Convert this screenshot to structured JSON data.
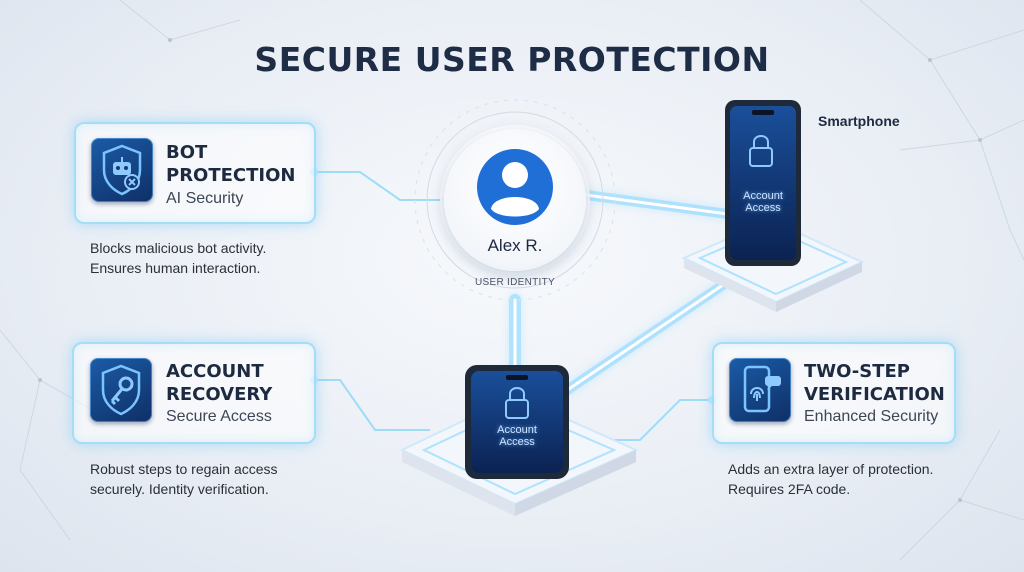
{
  "title": "SECURE USER PROTECTION",
  "user": {
    "name": "Alex R.",
    "caption": "USER IDENTITY"
  },
  "smartphone": {
    "label": "Smartphone",
    "screen_text": "Account Access"
  },
  "center_phone": {
    "screen_text": "Account Access"
  },
  "cards": {
    "bot": {
      "title_line1": "BOT",
      "title_line2": "PROTECTION",
      "subtitle": "AI Security",
      "desc_line1": "Blocks malicious bot activity.",
      "desc_line2": "Ensures human interaction.",
      "icon": "robot-shield-icon"
    },
    "recovery": {
      "title_line1": "ACCOUNT",
      "title_line2": "RECOVERY",
      "subtitle": "Secure Access",
      "desc_line1": "Robust steps to regain access",
      "desc_line2": "securely. Identity verification.",
      "icon": "key-shield-icon"
    },
    "twostep": {
      "title_line1": "TWO-STEP",
      "title_line2": "VERIFICATION",
      "subtitle": "Enhanced Security",
      "desc_line1": "Adds an extra layer of protection.",
      "desc_line2": "Requires 2FA code.",
      "icon": "fingerprint-phone-icon"
    }
  },
  "colors": {
    "title": "#1e2c46",
    "accent_glow": "#5cc8ff",
    "icon_bg": "#15488e",
    "avatar_blue": "#1f6fd6"
  }
}
